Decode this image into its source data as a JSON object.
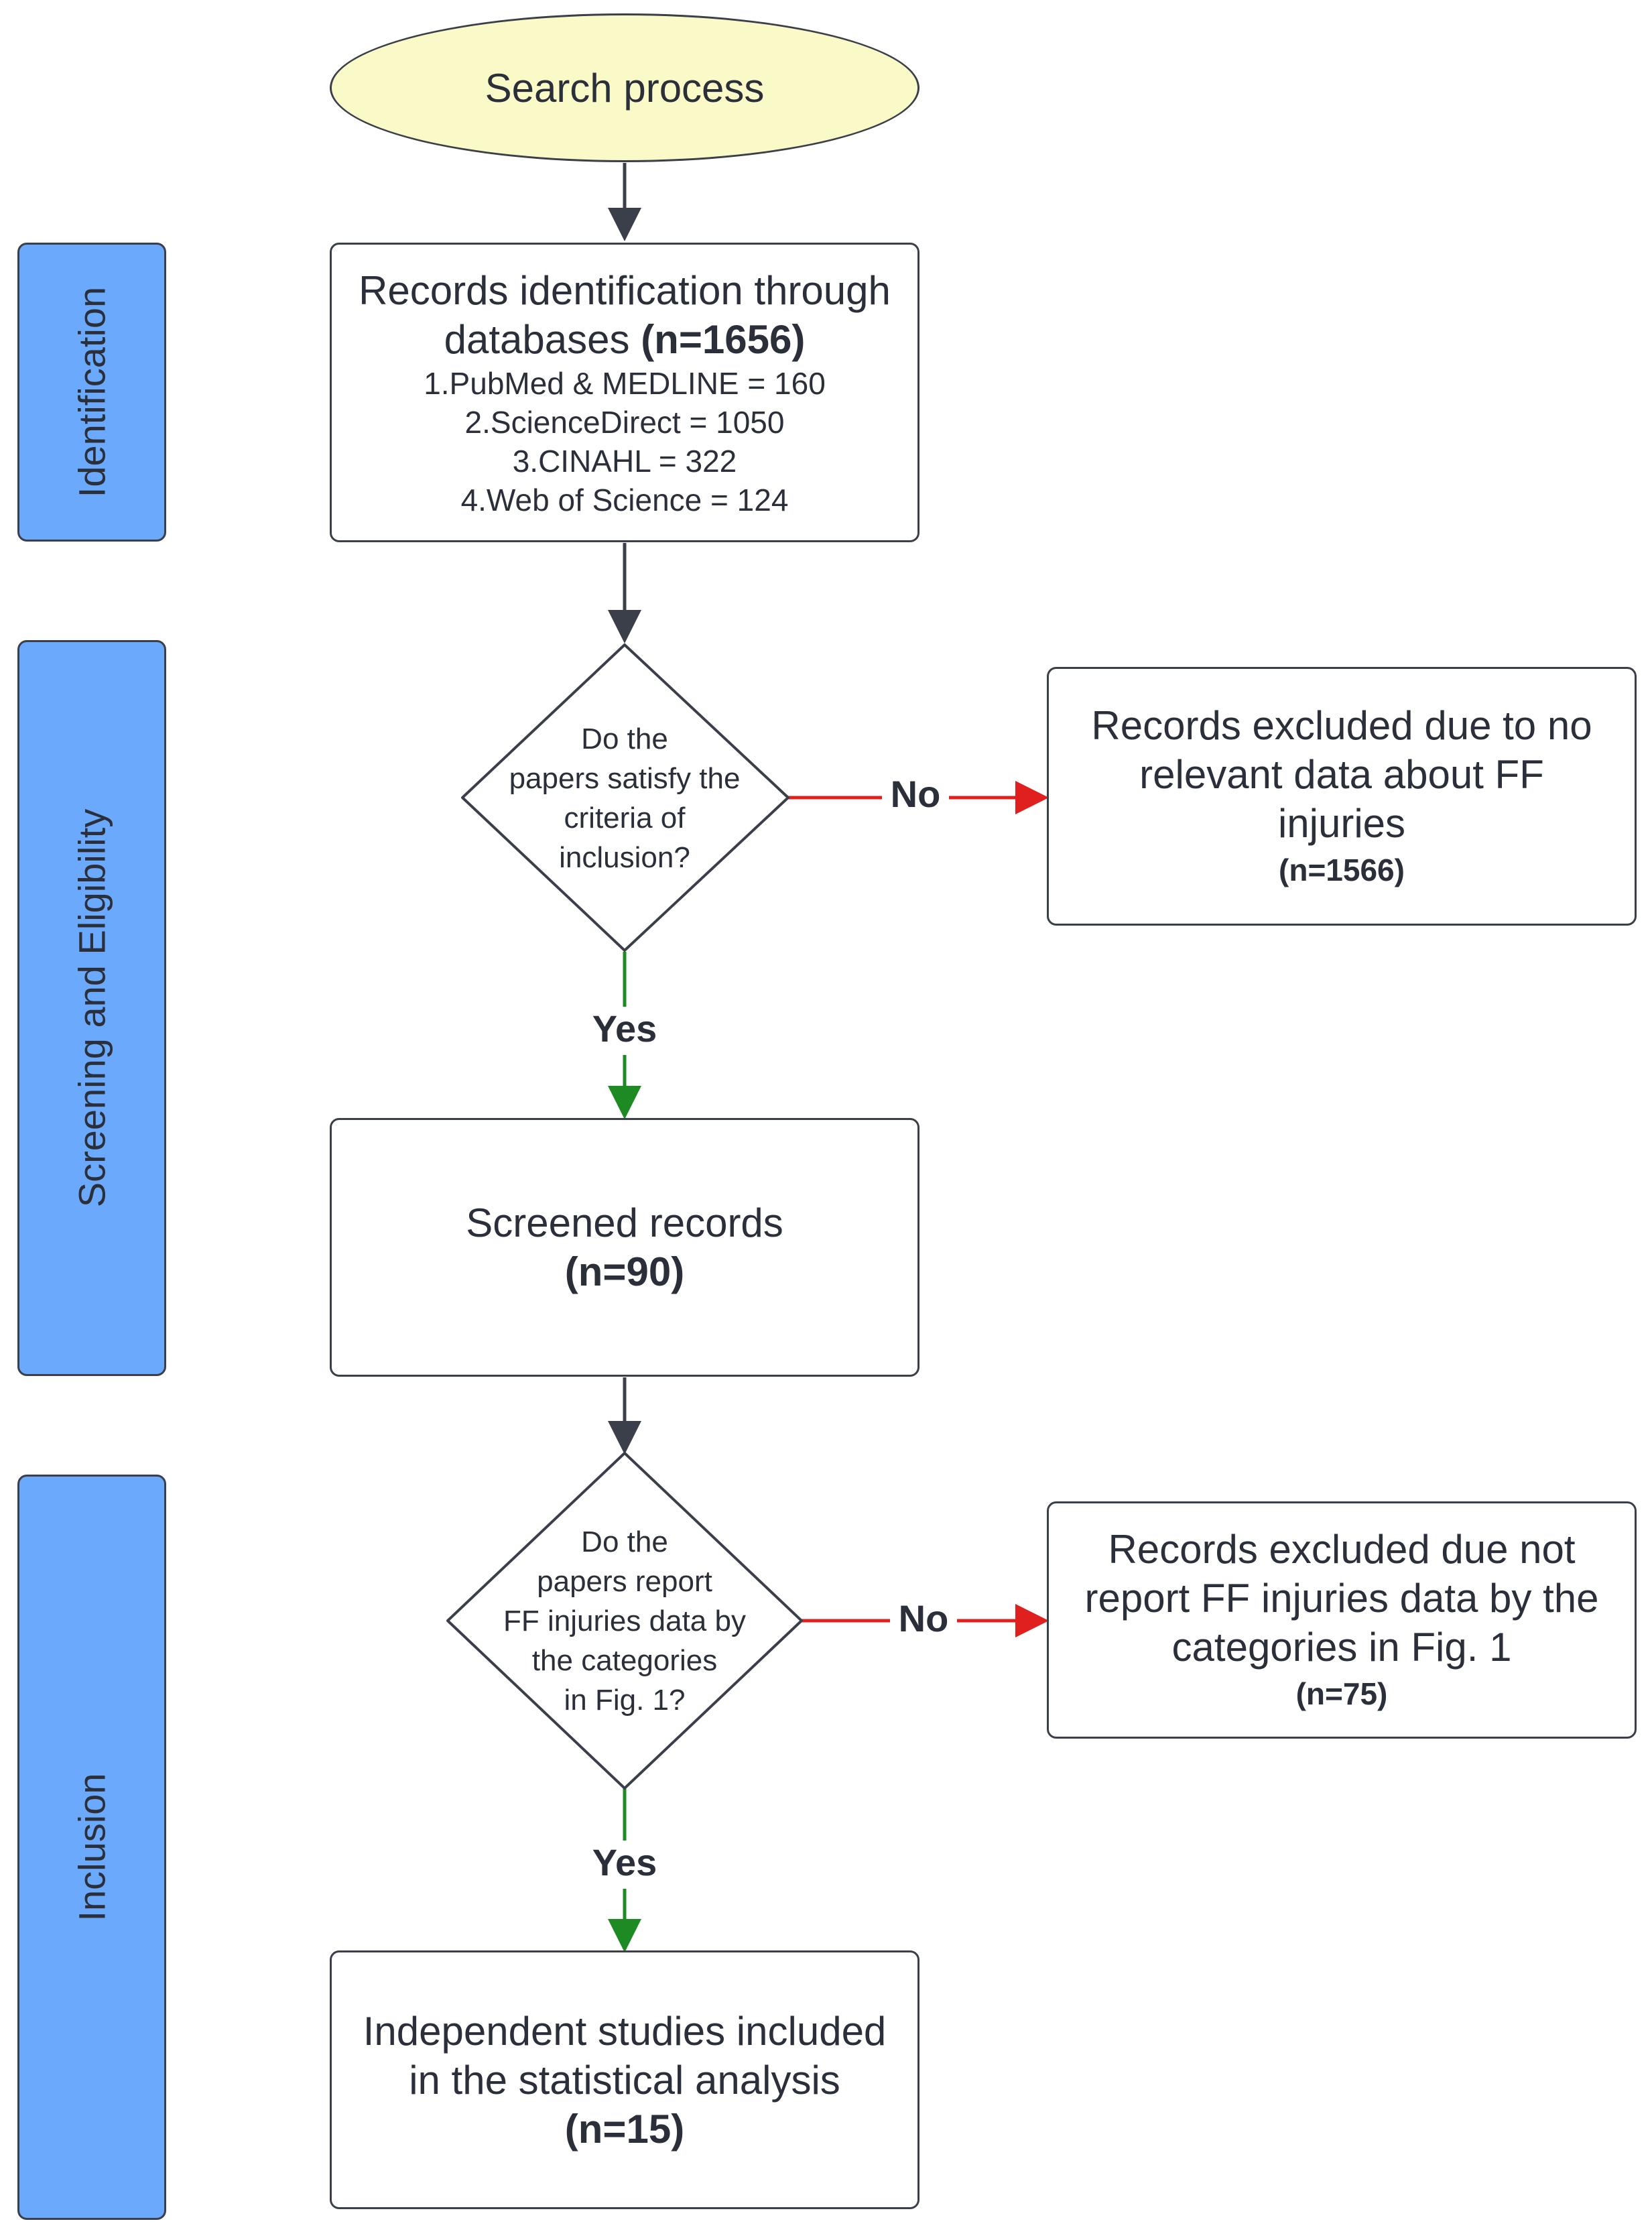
{
  "phases": {
    "identification": "Identification",
    "screening": "Screening and Eligibility",
    "inclusion": "Inclusion"
  },
  "start": {
    "label": "Search process"
  },
  "records_identification": {
    "line1": "Records identification through",
    "line2_prefix": "databases ",
    "line2_count": "(n=1656)",
    "sources": [
      "1.PubMed & MEDLINE = 160",
      "2.ScienceDirect = 1050",
      "3.CINAHL = 322",
      "4.Web of Science = 124"
    ]
  },
  "decision1": {
    "lines": [
      "Do the",
      "papers satisfy the",
      "criteria of",
      "inclusion?"
    ],
    "no_label": "No",
    "yes_label": "Yes"
  },
  "excluded1": {
    "lines": [
      "Records excluded due to no",
      "relevant data about FF",
      "injuries"
    ],
    "count": "(n=1566)"
  },
  "screened": {
    "line1": "Screened records",
    "count": "(n=90)"
  },
  "decision2": {
    "lines": [
      "Do the",
      "papers report",
      "FF injuries data by",
      "the categories",
      "in Fig. 1?"
    ],
    "no_label": "No",
    "yes_label": "Yes"
  },
  "excluded2": {
    "lines": [
      "Records excluded due not",
      "report FF injuries data by the",
      "categories in Fig. 1"
    ],
    "count": "(n=75)"
  },
  "included": {
    "lines": [
      "Independent studies included",
      "in the statistical analysis"
    ],
    "count": "(n=15)"
  },
  "colors": {
    "phase_fill": "#6aa9fb",
    "start_fill": "#fafac8",
    "flow_arrow": "#3a3f4a",
    "no_arrow": "#e0201e",
    "yes_arrow": "#1e8a23"
  }
}
